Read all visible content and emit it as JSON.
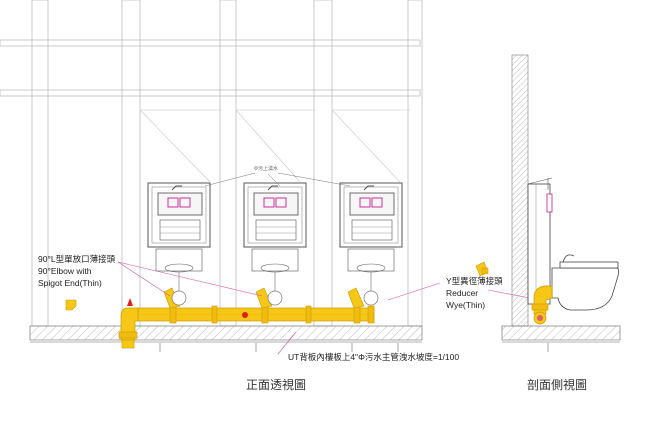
{
  "labels": {
    "elbow_zh": "90°L型單放口薄接頭",
    "elbow_en1": "90°Elbow with",
    "elbow_en2": "Spigot End(Thin)",
    "reducer_zh": "Y型異徑薄接頭",
    "reducer_en1": "Reducer",
    "reducer_en2": "Wye(Thin)",
    "main_pipe_note": "UT背板內樓板上4\"Φ污水主管洩水坡度=1/100",
    "front_view_title": "正面透視圖",
    "section_view_title": "剖面側視圖",
    "fixture_tag": "Φ污上澆水"
  },
  "colors": {
    "pipe_fill": "#f7c718",
    "pipe_edge": "#c99a00",
    "panel_button": "#cc3399",
    "accent_dot": "#e0201a",
    "floor_hatch": "#bdbdbd",
    "leader": "#d05aa0"
  }
}
